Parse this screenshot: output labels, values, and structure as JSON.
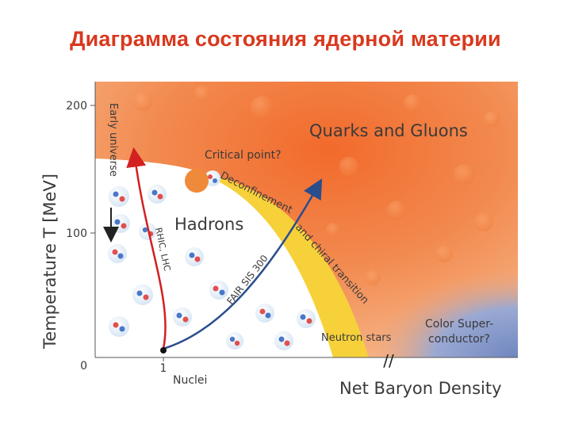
{
  "title": "Диаграмма состояния ядерной материи",
  "y_axis": {
    "label": "Temperature T [MeV]",
    "ticks": [
      "200",
      "100",
      "0"
    ]
  },
  "x_axis": {
    "label": "Net Baryon Density",
    "ticks": [
      "0",
      "1"
    ],
    "nuclei_label": "Nuclei",
    "break_symbol": "//"
  },
  "regions": {
    "quarks_gluons": "Quarks and Gluons",
    "hadrons": "Hadrons",
    "color_superconductor_line1": "Color Super-",
    "color_superconductor_line2": "conductor?",
    "neutron_stars": "Neutron stars"
  },
  "annotations": {
    "critical_point": "Critical point?",
    "transition_line1": "Deconfinement",
    "transition_line2": "and chiral transition",
    "early_universe": "Early universe",
    "rhic_lhc": "RHIC, LHC",
    "fair": "FAIR SIS 300"
  },
  "colors": {
    "title": "#d9381e",
    "qgp_phase": "#f07a3a",
    "transition_band": "#f7d13a",
    "critical_point": "#ef8a3b",
    "superconductor": "#7f95c6",
    "rhic_arrow": "#d32020",
    "fair_arrow": "#2a4e8c"
  }
}
